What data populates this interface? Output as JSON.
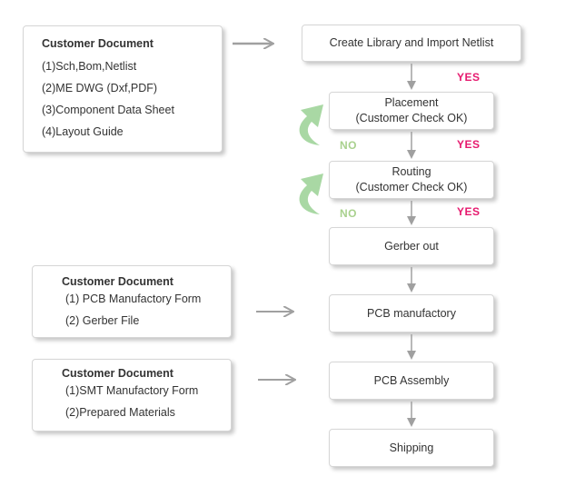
{
  "docs": [
    {
      "title": "Customer Document",
      "items": [
        "(1)Sch,Bom,Netlist",
        "(2)ME DWG (Dxf,PDF)",
        "(3)Component Data Sheet",
        "(4)Layout Guide"
      ]
    },
    {
      "title": "Customer Document",
      "items": [
        "(1) PCB Manufactory Form",
        "(2) Gerber File"
      ]
    },
    {
      "title": "Customer Document",
      "items": [
        "(1)SMT Manufactory Form",
        "(2)Prepared Materials"
      ]
    }
  ],
  "steps": {
    "create_library": "Create Library and Import Netlist",
    "placement": {
      "label": "Placement",
      "sub": "(Customer Check  OK)"
    },
    "routing": {
      "label": "Routing",
      "sub": "(Customer Check  OK)"
    },
    "gerber_out": "Gerber out",
    "pcb_manufactory": "PCB manufactory",
    "pcb_assembly": "PCB Assembly",
    "shipping": "Shipping"
  },
  "labels": {
    "yes": "YES",
    "no": "NO"
  },
  "colors": {
    "yes": "#e6196e",
    "no": "#a9d18e",
    "loop_arrow": "#a9d8a4",
    "flow_arrow": "#a0a0a0"
  }
}
